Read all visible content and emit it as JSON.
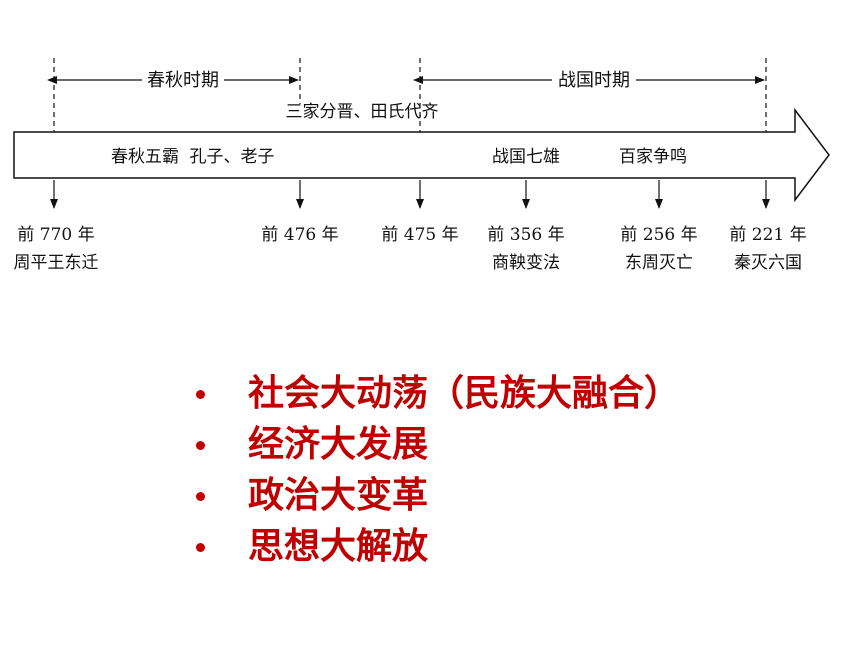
{
  "timeline": {
    "periods": [
      {
        "label": "春秋时期",
        "from": 0,
        "to": 1
      },
      {
        "label": "战国时期",
        "from": 2,
        "to": 5
      }
    ],
    "dates": [
      {
        "year": "前 770 年",
        "event": "周平王东迁"
      },
      {
        "year": "前 476 年",
        "event": ""
      },
      {
        "year": "前 475 年",
        "event": ""
      },
      {
        "year": "前 356 年",
        "event": "商鞅变法"
      },
      {
        "year": "前 256 年",
        "event": "东周灭亡"
      },
      {
        "year": "前 221 年",
        "event": "秦灭六国"
      }
    ],
    "above_arrow_note": "三家分晋、田氏代齐",
    "inside_arrow_labels": [
      "春秋五霸",
      "孔子、老子",
      "战国七雄",
      "百家争鸣"
    ]
  },
  "points": [
    "社会大动荡（民族大融合）",
    "经济大发展",
    "政治大变革",
    "思想大解放"
  ],
  "colors": {
    "text": "#111111",
    "highlight": "#c00000"
  }
}
